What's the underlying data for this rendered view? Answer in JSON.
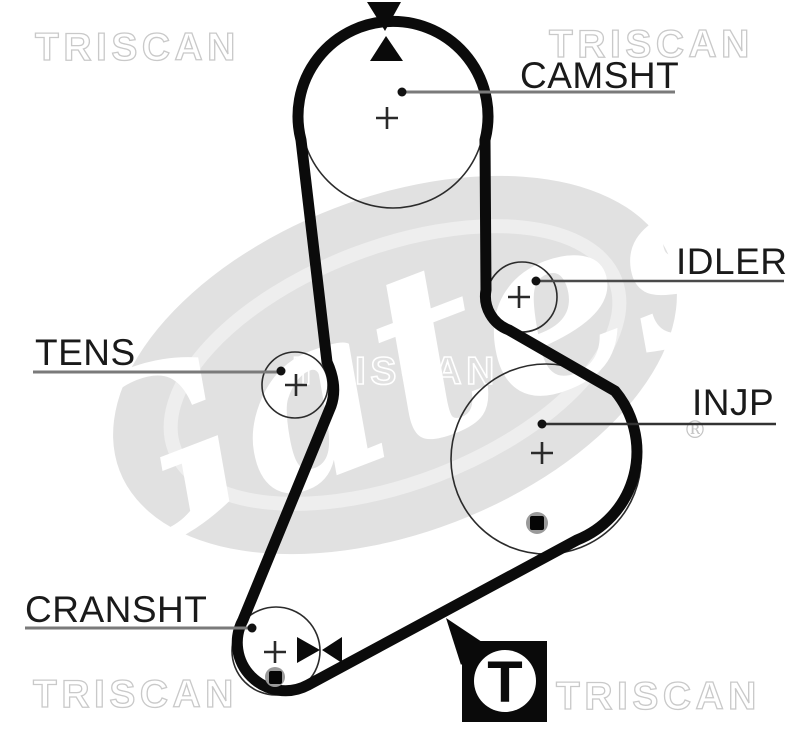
{
  "diagram": {
    "kind": "timing-belt-routing-diagram",
    "labels": {
      "camshaft": "CAMSHT",
      "idler": "IDLER",
      "tensioner": "TENS",
      "injection_pump": "INJP",
      "crankshaft": "CRANSHT"
    },
    "watermarks": {
      "brand": "TRISCAN",
      "logo_script": "Gates",
      "registered": "®"
    },
    "badge": {
      "letter": "T"
    },
    "colors": {
      "belt": "#0b0b0b",
      "label_text": "#1a1a1a",
      "leader_gray": "#7a7a7a",
      "leader_dark": "#333333",
      "pulley_outline": "#2b2b2b",
      "watermark_outline": "#c9c9c9",
      "logo_oval_fill": "#e1e1e1",
      "bolt_ring": "#9a9a9a"
    }
  }
}
